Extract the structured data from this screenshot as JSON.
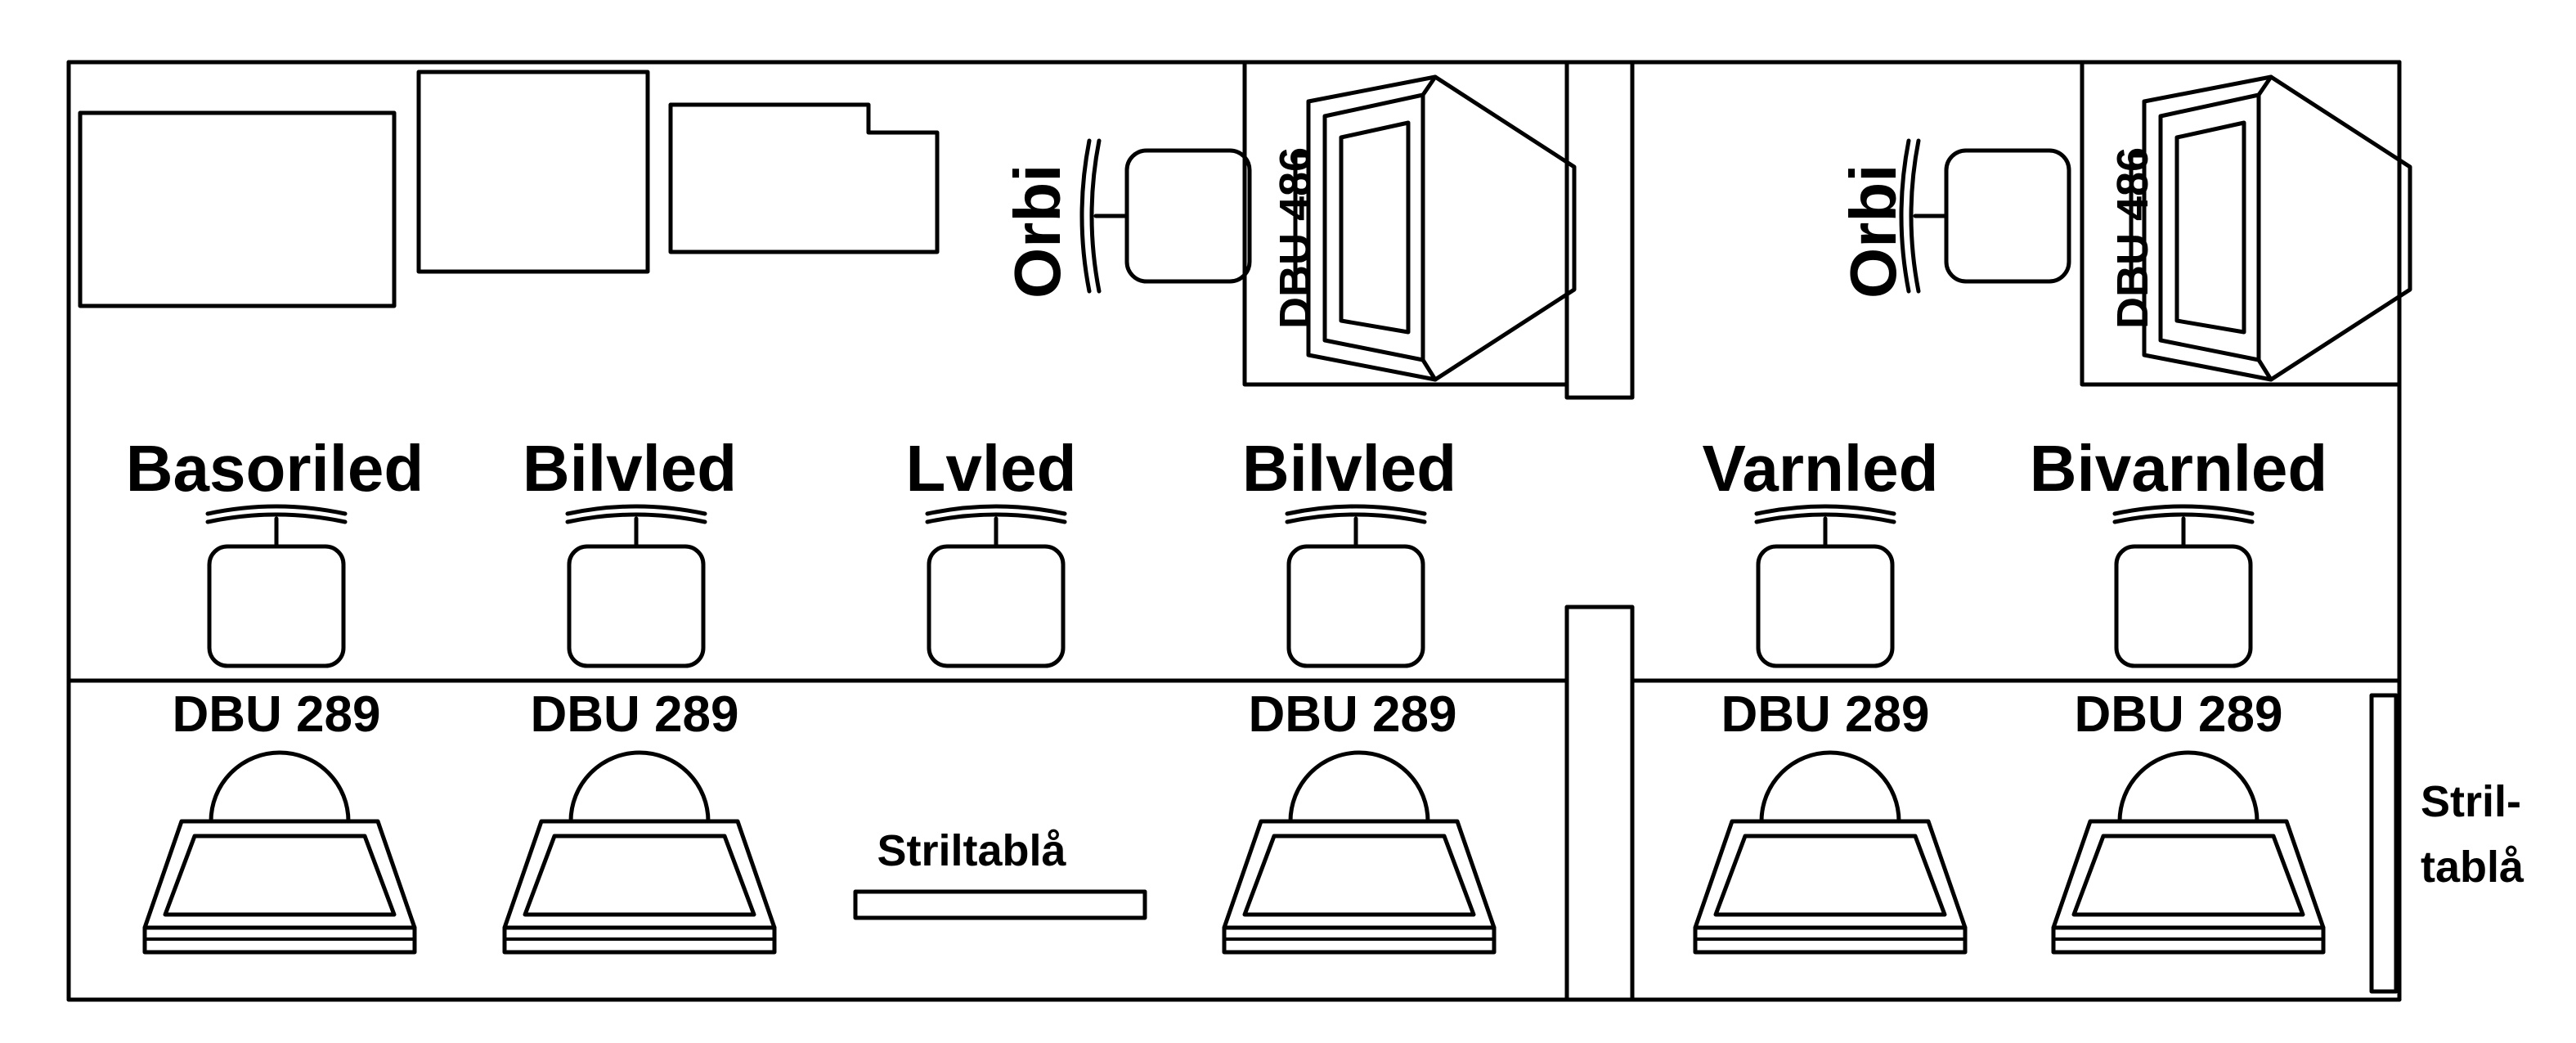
{
  "console_top": {
    "operator_label": "Orbi",
    "monitor_label": "DBU 486"
  },
  "positions": [
    {
      "label": "Basoriled",
      "monitor": "DBU 289"
    },
    {
      "label": "Bilvled",
      "monitor": "DBU 289"
    },
    {
      "label": "Lvled",
      "strip_board": "Striltablå"
    },
    {
      "label": "Bilvled",
      "monitor": "DBU 289"
    },
    {
      "label": "Varnled",
      "monitor": "DBU 289"
    },
    {
      "label": "Bivarnled",
      "monitor": "DBU 289"
    }
  ],
  "side_strip_board": {
    "line1": "Stril-",
    "line2": "tablå"
  }
}
